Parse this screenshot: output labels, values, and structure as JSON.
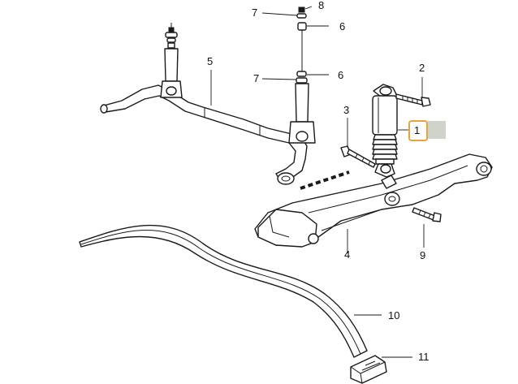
{
  "colors": {
    "line": "#1a1a1a",
    "highlight_border": "#e8a33d",
    "highlight_swatch": "#cfd3cc"
  },
  "callouts": {
    "c1": "1",
    "c2": "2",
    "c3": "3",
    "c4": "4",
    "c5": "5",
    "c6a": "6",
    "c6b": "6",
    "c7a": "7",
    "c7b": "7",
    "c8": "8",
    "c9": "9",
    "c10": "10",
    "c11": "11"
  },
  "selected_callout": "1"
}
